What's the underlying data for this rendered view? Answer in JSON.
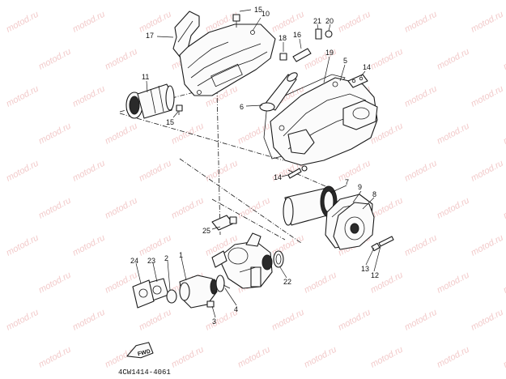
{
  "watermark": {
    "text": "motod.ru",
    "color": "#f2caca"
  },
  "callouts": {
    "c1": "1",
    "c2": "2",
    "c3": "3",
    "c4": "4",
    "c5": "5",
    "c6": "6",
    "c7": "7",
    "c8": "8",
    "c9": "9",
    "c10": "10",
    "c11": "11",
    "c12": "12",
    "c13": "13",
    "c14a": "14",
    "c14b": "14",
    "c15a": "15",
    "c15b": "15",
    "c16": "16",
    "c17": "17",
    "c18": "18",
    "c19": "19",
    "c20": "20",
    "c21": "21",
    "c22": "22",
    "c23": "23",
    "c24": "24",
    "c25": "25"
  },
  "drawing_code": "4CW1414-4061",
  "fwd_label": "FWD"
}
